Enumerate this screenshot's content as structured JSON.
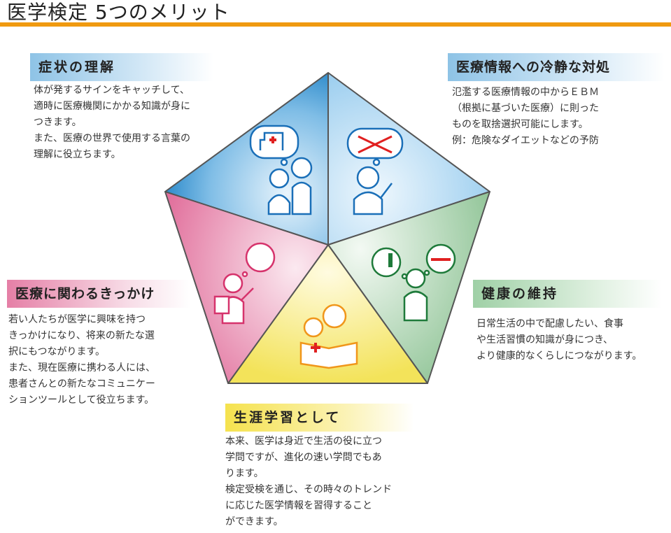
{
  "title": "医学検定 5つのメリット",
  "sections": {
    "understanding": {
      "heading": "症状の理解",
      "lines": [
        "体が発するサインをキャッチして、",
        "適時に医療機関にかかる知識が身に",
        "つきます。",
        "また、医療の世界で使用する言葉の",
        "理解に役立ちます。"
      ]
    },
    "information": {
      "heading": "医療情報への冷静な対処",
      "lines": [
        "氾濫する医療情報の中からＥＢＭ",
        "（根拠に基づいた医療）に則った",
        "ものを取捨選択可能にします。",
        "例：危険なダイエットなどの予防"
      ]
    },
    "health": {
      "heading": "健康の維持",
      "lines": [
        "日常生活の中で配慮したい、食事",
        "や生活習慣の知識が身につき、",
        "より健康的なくらしにつながります。"
      ]
    },
    "trigger": {
      "heading": "医療に関わるきっかけ",
      "lines": [
        "若い人たちが医学に興味を持つ",
        "きっかけになり、将来の新たな選",
        "択にもつながります。",
        "また、現在医療に携わる人には、",
        "患者さんとの新たなコミュニケー",
        "ションツールとして役立ちます。"
      ]
    },
    "lifelong": {
      "heading": "生涯学習として",
      "lines": [
        "本来、医学は身近で生活の役に立つ",
        "学問ですが、進化の速い学問でもあ",
        "ります。",
        "検定受検を通じ、その時々のトレンド",
        "に応じた医学情報を習得すること",
        "ができます。"
      ]
    }
  },
  "colors": {
    "accent": "#f09a10",
    "blue_dark": "#2a8ccc",
    "blue_light": "#a8d4f0",
    "green": "#a5cfa8",
    "yellow": "#f5e970",
    "pink": "#e67fa5"
  }
}
